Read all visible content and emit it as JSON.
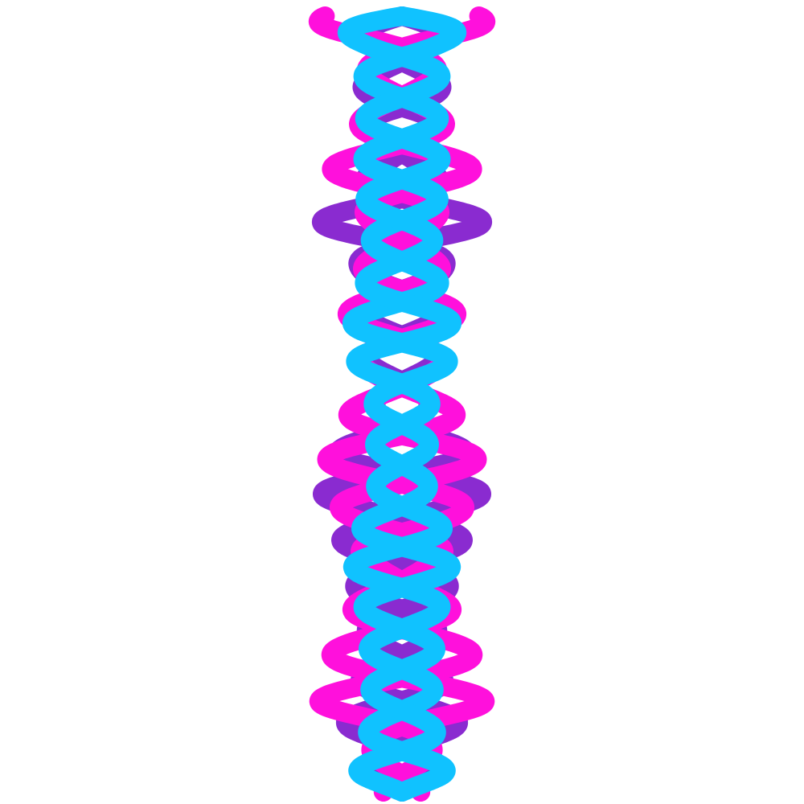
{
  "canvas": {
    "background": "#ffffff"
  },
  "strands": [
    {
      "name": "purple-strand",
      "color": "#8a2bd0",
      "profile": [
        [
          0.0,
          0.9
        ],
        [
          0.05,
          0.55
        ],
        [
          0.12,
          0.9
        ],
        [
          0.18,
          0.45
        ],
        [
          0.27,
          1.55
        ],
        [
          0.33,
          0.8
        ],
        [
          0.42,
          0.7
        ],
        [
          0.5,
          0.5
        ],
        [
          0.6,
          1.6
        ],
        [
          0.66,
          1.2
        ],
        [
          0.74,
          0.9
        ],
        [
          0.82,
          0.6
        ],
        [
          0.9,
          1.1
        ],
        [
          1.0,
          0.5
        ]
      ],
      "half_turns": 17,
      "phase": 0.0
    },
    {
      "name": "magenta-strand",
      "color": "#ff10dc",
      "profile": [
        [
          0.0,
          1.65
        ],
        [
          0.06,
          0.7
        ],
        [
          0.1,
          0.6
        ],
        [
          0.2,
          1.35
        ],
        [
          0.28,
          0.55
        ],
        [
          0.38,
          1.05
        ],
        [
          0.47,
          0.7
        ],
        [
          0.56,
          1.45
        ],
        [
          0.66,
          1.15
        ],
        [
          0.72,
          0.55
        ],
        [
          0.8,
          1.3
        ],
        [
          0.88,
          1.6
        ],
        [
          0.94,
          0.6
        ],
        [
          1.0,
          0.4
        ]
      ],
      "half_turns": 16,
      "phase": 0.35
    },
    {
      "name": "cyan-strand",
      "color": "#10c2ff",
      "profile": [
        [
          0.0,
          1.4
        ],
        [
          0.04,
          0.85
        ],
        [
          0.1,
          0.7
        ],
        [
          0.2,
          0.75
        ],
        [
          0.3,
          0.6
        ],
        [
          0.42,
          1.0
        ],
        [
          0.5,
          0.55
        ],
        [
          0.6,
          0.5
        ],
        [
          0.7,
          0.95
        ],
        [
          0.8,
          0.65
        ],
        [
          0.9,
          0.6
        ],
        [
          0.97,
          0.85
        ],
        [
          1.0,
          0.6
        ]
      ],
      "half_turns": 19,
      "phase": 0.0
    }
  ]
}
